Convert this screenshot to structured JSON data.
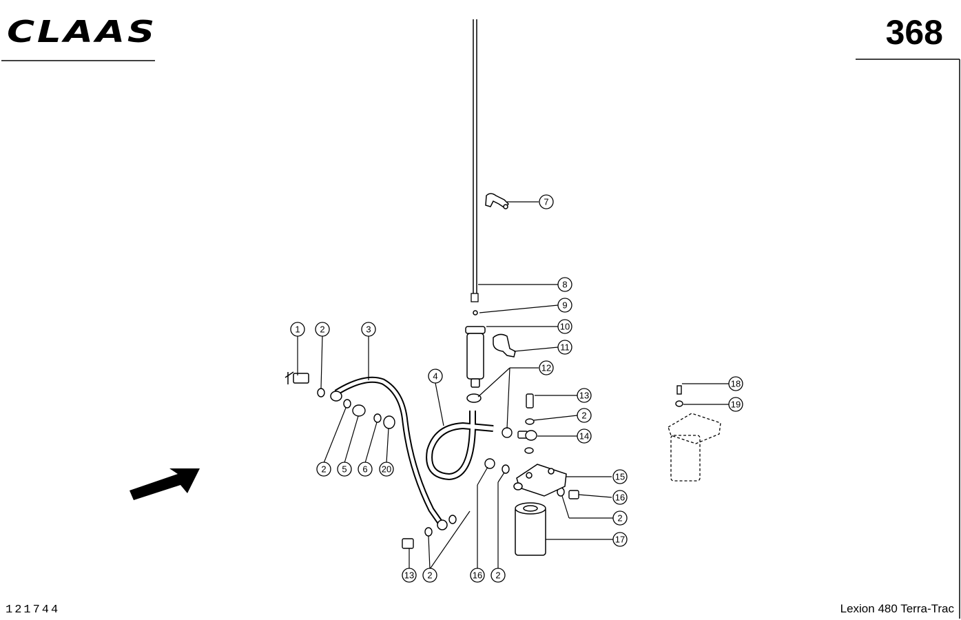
{
  "header": {
    "brand_logo": "CLAAS",
    "page_number": "368"
  },
  "footer": {
    "drawing_number": "121744",
    "model": "Lexion 480 Terra-Trac"
  },
  "callouts": [
    "1",
    "2",
    "3",
    "2",
    "5",
    "6",
    "20",
    "4",
    "7",
    "8",
    "9",
    "10",
    "11",
    "12",
    "13",
    "2",
    "14",
    "15",
    "16",
    "2",
    "17",
    "13",
    "2",
    "16",
    "2",
    "18",
    "19"
  ]
}
